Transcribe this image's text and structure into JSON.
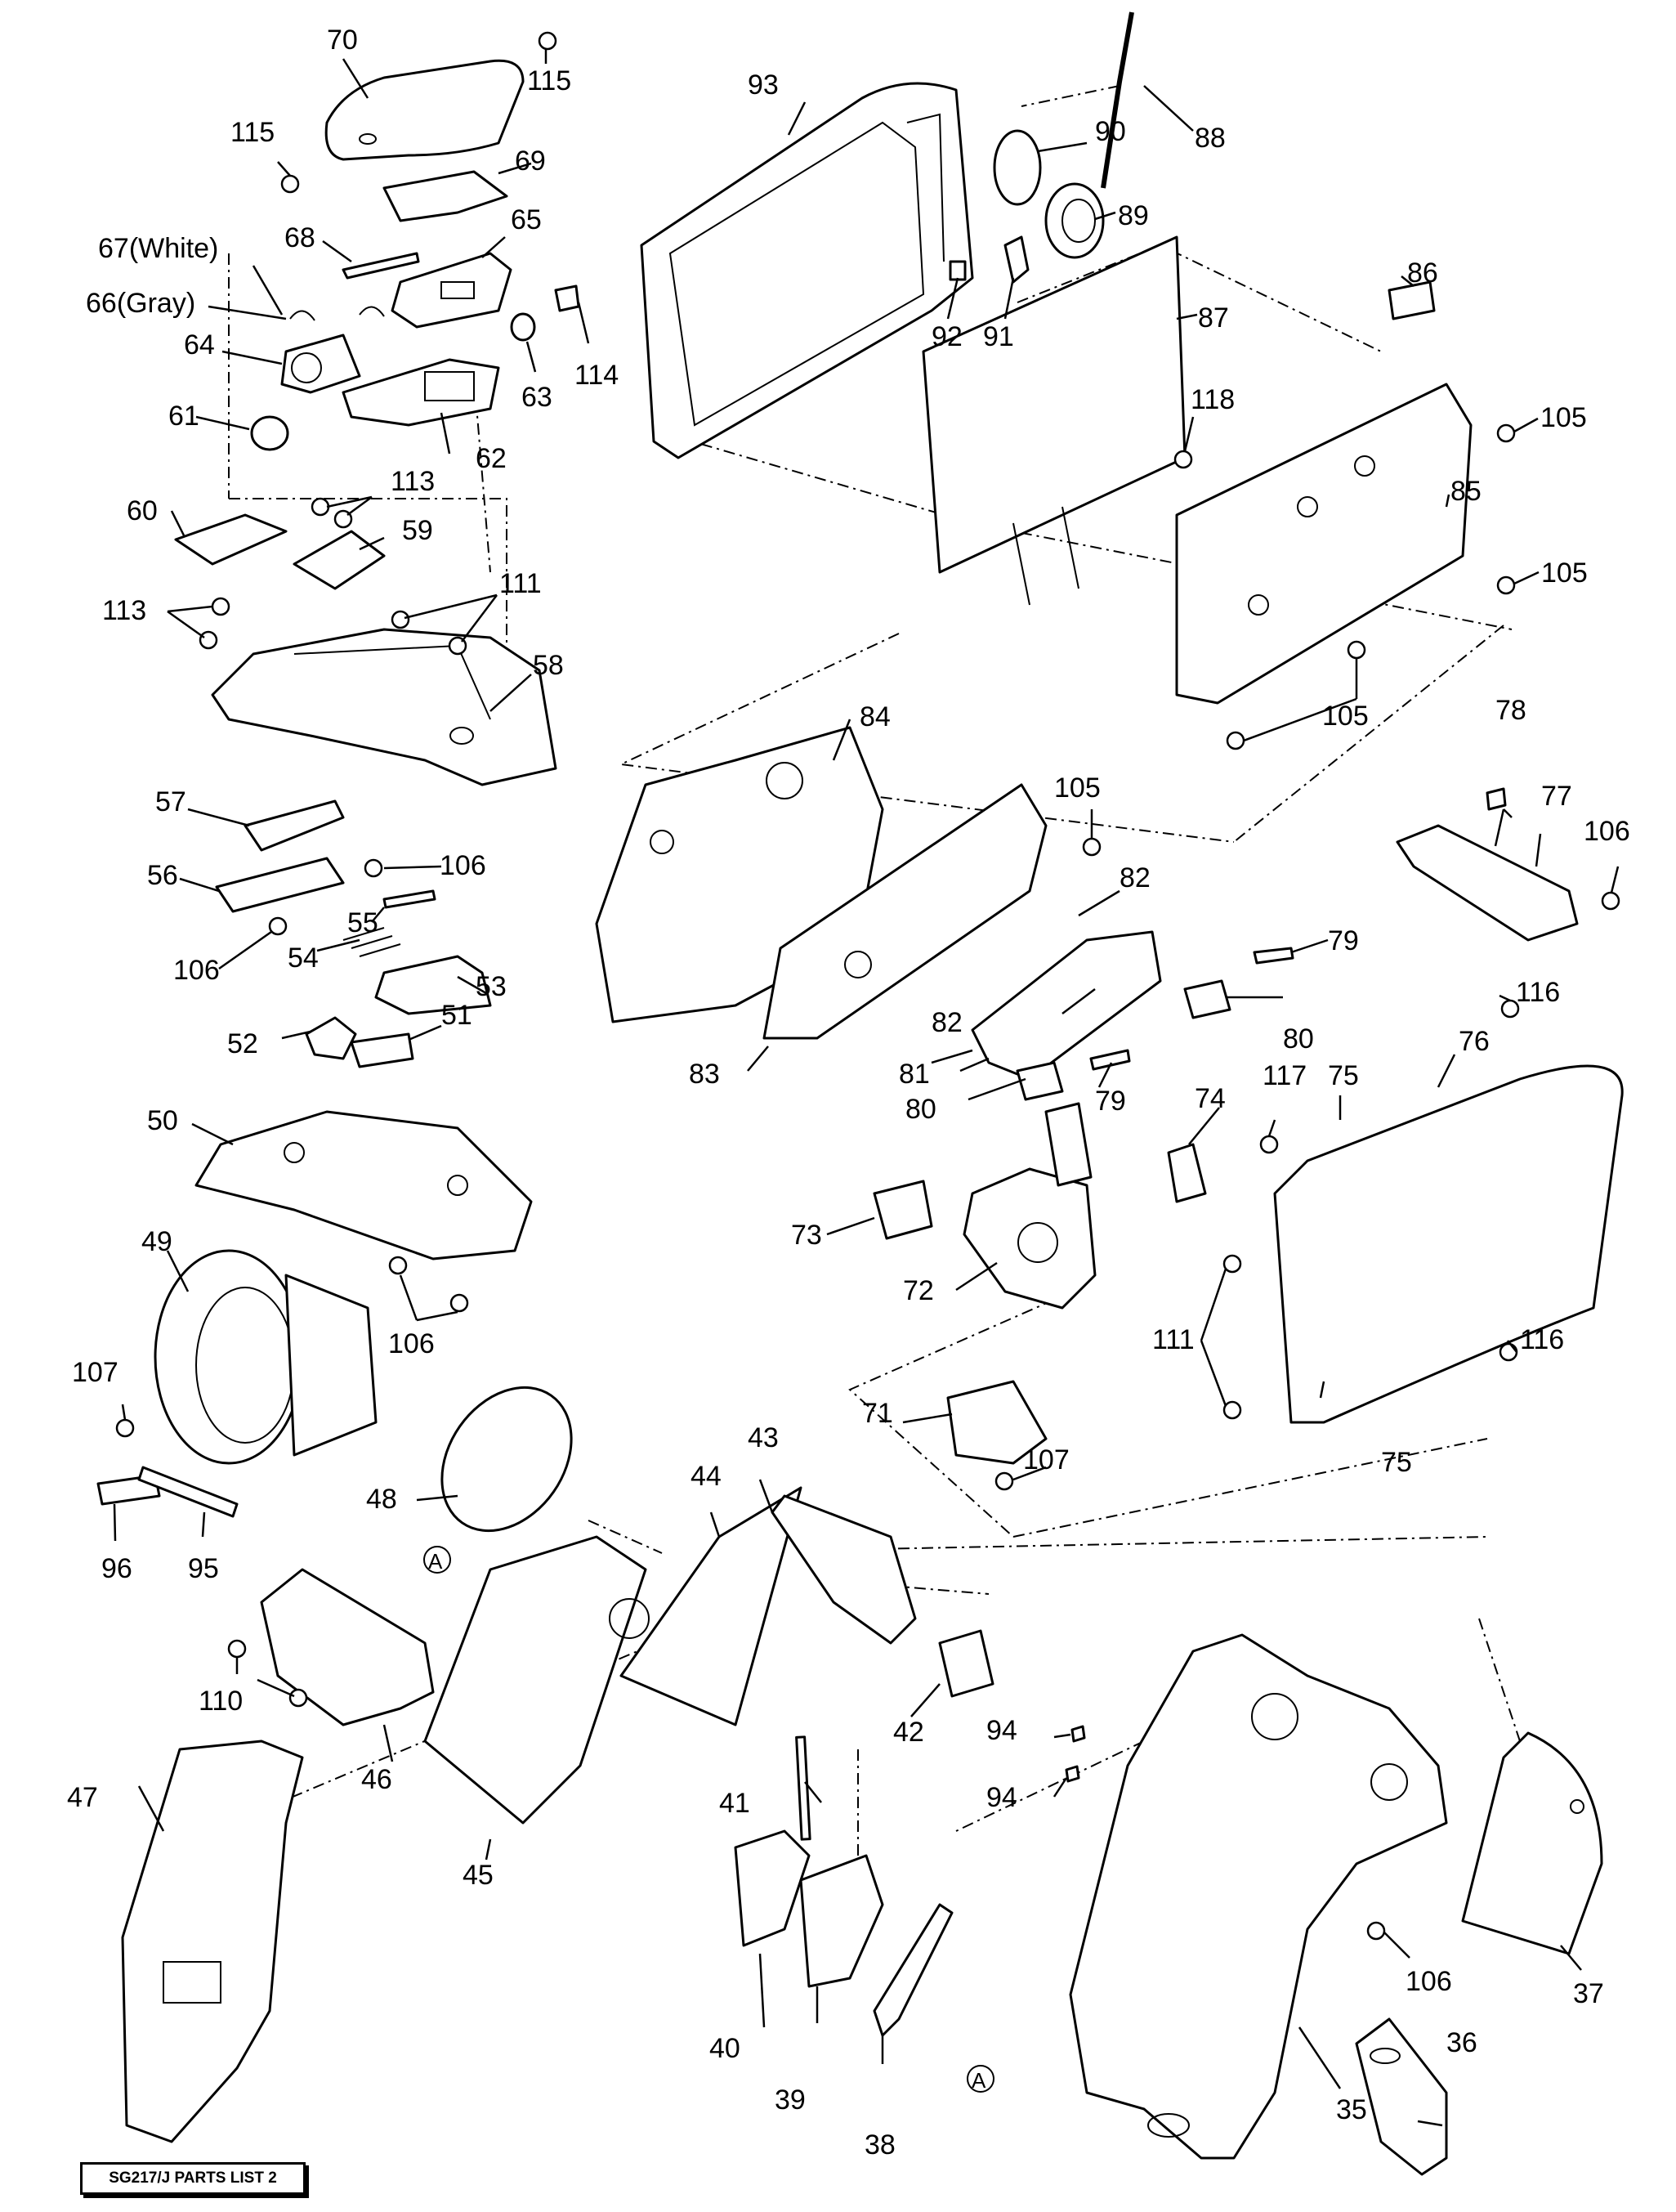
{
  "footer_label": "SG217/J PARTS LIST 2",
  "callouts": {
    "c35": "35",
    "c36": "36",
    "c37": "37",
    "c38": "38",
    "c39": "39",
    "c40": "40",
    "c41": "41",
    "c42": "42",
    "c43": "43",
    "c44": "44",
    "c45": "45",
    "c46": "46",
    "c47": "47",
    "c48": "48",
    "c49": "49",
    "c50": "50",
    "c51": "51",
    "c52": "52",
    "c53": "53",
    "c54": "54",
    "c55": "55",
    "c56": "56",
    "c57": "57",
    "c58": "58",
    "c59": "59",
    "c60": "60",
    "c61": "61",
    "c62": "62",
    "c63": "63",
    "c64": "64",
    "c65": "65",
    "c66": "66(Gray)",
    "c67": "67(White)",
    "c68": "68",
    "c69": "69",
    "c70": "70",
    "c71": "71",
    "c72": "72",
    "c73": "73",
    "c74": "74",
    "c75a": "75",
    "c75b": "75",
    "c76": "76",
    "c77": "77",
    "c78": "78",
    "c79a": "79",
    "c79b": "79",
    "c80a": "80",
    "c80b": "80",
    "c81": "81",
    "c82a": "82",
    "c82b": "82",
    "c83": "83",
    "c84": "84",
    "c85": "85",
    "c86": "86",
    "c87": "87",
    "c88": "88",
    "c89": "89",
    "c90": "90",
    "c91": "91",
    "c92": "92",
    "c93": "93",
    "c94a": "94",
    "c94b": "94",
    "c95": "95",
    "c96": "96",
    "c105a": "105",
    "c105b": "105",
    "c105c": "105",
    "c105d": "105",
    "c106a": "106",
    "c106b": "106",
    "c106c": "106",
    "c106d": "106",
    "c106e": "106",
    "c107a": "107",
    "c107b": "107",
    "c110": "110",
    "c111a": "111",
    "c111b": "111",
    "c113a": "113",
    "c113b": "113",
    "c114": "114",
    "c115a": "115",
    "c115b": "115",
    "c116a": "116",
    "c116b": "116",
    "c117": "117",
    "c118": "118",
    "ref_a1": "A",
    "ref_a2": "A"
  }
}
